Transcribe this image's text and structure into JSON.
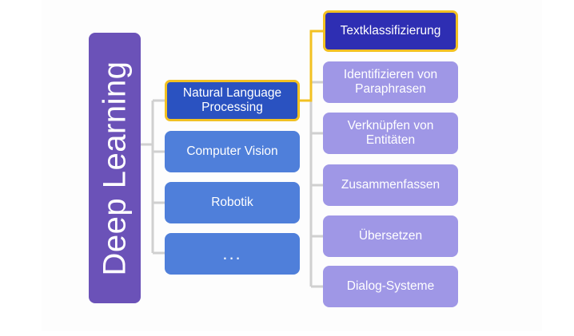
{
  "root": {
    "label": "Deep Learning"
  },
  "fields": [
    {
      "label": "Natural Language Processing",
      "highlighted": true
    },
    {
      "label": "Computer Vision",
      "highlighted": false
    },
    {
      "label": "Robotik",
      "highlighted": false
    },
    {
      "label": "...",
      "highlighted": false
    }
  ],
  "tasks": [
    {
      "label": "Textklassifizierung",
      "highlighted": true
    },
    {
      "label": "Identifizieren von Paraphrasen",
      "highlighted": false
    },
    {
      "label": "Verknüpfen von Entitäten",
      "highlighted": false
    },
    {
      "label": "Zusammenfassen",
      "highlighted": false
    },
    {
      "label": "Übersetzen",
      "highlighted": false
    },
    {
      "label": "Dialog-Systeme",
      "highlighted": false
    }
  ],
  "colors": {
    "root": "#6b52b8",
    "field": "#4f7fda",
    "field_active": "#2a52c1",
    "task": "#9f97e6",
    "task_active": "#2e2eb3",
    "highlight_border": "#f2c122",
    "connector": "#d0d0d0"
  }
}
